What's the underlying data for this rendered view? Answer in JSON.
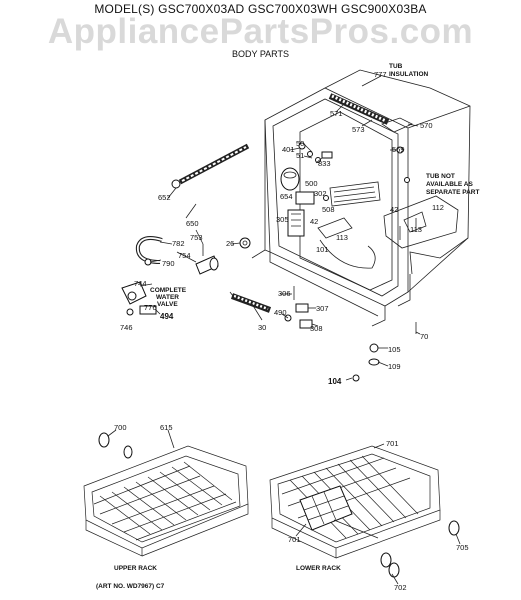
{
  "header": {
    "model_line": "MODEL(S) GSC700X03AD GSC700X03WH GSC900X03BA",
    "section": "BODY PARTS"
  },
  "watermark": "AppliancePartsPros.com",
  "notes": {
    "tub_insulation": [
      "TUB",
      "INSULATION"
    ],
    "tub_not_available": [
      "TUB NOT",
      "AVAILABLE AS",
      "SEPARATE PART"
    ],
    "complete_water_valve": [
      "COMPLETE",
      "WATER",
      "VALVE"
    ]
  },
  "rack_captions": {
    "upper": "UPPER RACK",
    "lower": "LOWER RACK"
  },
  "art_number": "(ART NO. WD7967) C7",
  "part_labels": {
    "p777": "777",
    "p571": "571",
    "p573": "573",
    "p570": "570",
    "p50": "50",
    "p51": "51",
    "p833": "833",
    "p401": "401",
    "p569": "569",
    "p654": "654",
    "p500": "500",
    "p302": "302",
    "p508": "508",
    "p42a": "42",
    "p42b": "42",
    "p112": "112",
    "p113a": "113",
    "p113b": "113",
    "p305": "305",
    "p101": "101",
    "p652": "652",
    "p650": "650",
    "p782": "782",
    "p790": "790",
    "p753": "753",
    "p26": "26",
    "p754": "754",
    "p744": "744",
    "p776": "776",
    "p494": "494",
    "p746": "746",
    "p306": "306",
    "p307": "307",
    "p490": "490",
    "p308": "308",
    "p30": "30",
    "p70": "70",
    "p105": "105",
    "p109": "109",
    "p104": "104",
    "p700": "700",
    "p615": "615",
    "p701a": "701",
    "p701b": "701",
    "p705": "705",
    "p702": "702"
  }
}
